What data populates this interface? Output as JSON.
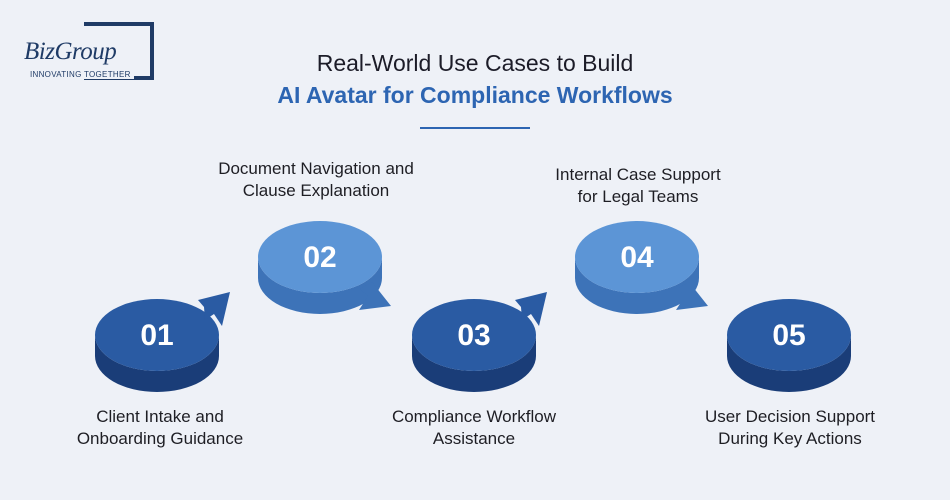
{
  "logo": {
    "text": "BizGroup",
    "tagline": "INNOVATING TOGETHER"
  },
  "title": {
    "line1": "Real-World Use Cases to Build",
    "line2": "AI Avatar for Compliance Workflows"
  },
  "steps": [
    {
      "number": "01",
      "label_line1": "Client Intake and",
      "label_line2": "Onboarding Guidance"
    },
    {
      "number": "02",
      "label_line1": "Document Navigation and",
      "label_line2": "Clause Explanation"
    },
    {
      "number": "03",
      "label_line1": "Compliance Workflow",
      "label_line2": "Assistance"
    },
    {
      "number": "04",
      "label_line1": "Internal Case Support",
      "label_line2": "for Legal Teams"
    },
    {
      "number": "05",
      "label_line1": "User Decision Support",
      "label_line2": "During Key Actions"
    }
  ],
  "colors": {
    "dark_disc_top": "#2a5ba3",
    "dark_disc_side": "#1a3d78",
    "light_disc_top": "#5c95d6",
    "light_disc_side": "#3d73b8",
    "accent": "#2d65b2"
  }
}
